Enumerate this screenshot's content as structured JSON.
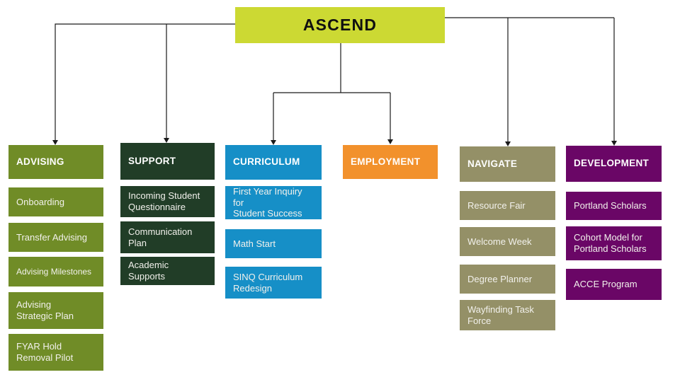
{
  "root": {
    "label": "ASCEND",
    "color": "#ccd933",
    "text_color": "#101010"
  },
  "connector_color": "#1a1a1a",
  "branches": [
    {
      "name": "advising",
      "label": "ADVISING",
      "color": "#708c27",
      "items": [
        "Onboarding",
        "Transfer Advising",
        "Advising Milestones",
        "Advising\nStrategic Plan",
        "FYAR Hold\nRemoval Pilot"
      ]
    },
    {
      "name": "support",
      "label": "SUPPORT",
      "color": "#213d27",
      "items": [
        "Incoming Student\nQuestionnaire",
        "Communication\nPlan",
        "Academic Supports"
      ]
    },
    {
      "name": "curriculum",
      "label": "CURRICULUM",
      "color": "#168fc7",
      "items": [
        "First Year Inquiry for\nStudent Success",
        "Math Start",
        "SINQ Curriculum\nRedesign"
      ]
    },
    {
      "name": "employment",
      "label": "EMPLOYMENT",
      "color": "#f2912c",
      "items": []
    },
    {
      "name": "navigate",
      "label": "NAVIGATE",
      "color": "#949067",
      "items": [
        "Resource Fair",
        "Welcome Week",
        "Degree Planner",
        "Wayfinding Task\nForce"
      ]
    },
    {
      "name": "development",
      "label": "DEVELOPMENT",
      "color": "#6a0666",
      "items": [
        "Portland Scholars",
        "Cohort Model for\nPortland Scholars",
        "ACCE Program"
      ]
    }
  ]
}
